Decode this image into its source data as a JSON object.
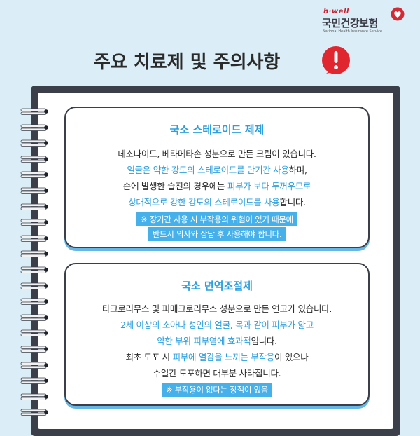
{
  "logo": {
    "brand": "h·well",
    "name": "국민건강보험",
    "subtitle": "National Health Insurance Service"
  },
  "title": "주요 치료제 및 주의사항",
  "cards": [
    {
      "title": "국소 스테로이드 제제",
      "lines": [
        [
          {
            "t": "데소나이드, 베타메타손 성분으로 만든 크림이 있습니다.",
            "h": false
          }
        ],
        [
          {
            "t": "얼굴은 약한 강도의 스테로이드를 단기간 사용",
            "h": true
          },
          {
            "t": "하며,",
            "h": false
          }
        ],
        [
          {
            "t": "손에 발생한 습진의 경우에는 ",
            "h": false
          },
          {
            "t": "피부가 보다 두꺼우므로",
            "h": true
          }
        ],
        [
          {
            "t": "상대적으로 강한 강도의 스테로이드를 사용",
            "h": true
          },
          {
            "t": "합니다.",
            "h": false
          }
        ]
      ],
      "notes": [
        "※ 장기간 사용 시 부작용의 위험이 있기 때문에",
        "반드시 의사와 상담 후 사용해야 합니다."
      ]
    },
    {
      "title": "국소 면역조절제",
      "lines": [
        [
          {
            "t": "타크로리무스 및 피메크로리무스 성분으로 만든 연고가 있습니다.",
            "h": false
          }
        ],
        [
          {
            "t": "2세 이상의 소아나 성인의 얼굴, 목과 같이 피부가 얇고",
            "h": true
          }
        ],
        [
          {
            "t": "약한 부위 피부염에 효과적",
            "h": true
          },
          {
            "t": "입니다.",
            "h": false
          }
        ],
        [
          {
            "t": "최초 도포 시 ",
            "h": false
          },
          {
            "t": "피부에 열감을 느끼는 부작용",
            "h": true
          },
          {
            "t": "이 있으나",
            "h": false
          }
        ],
        [
          {
            "t": "수일간 도포하면 대부분 사라집니다.",
            "h": false
          }
        ]
      ],
      "notes": [
        "※ 부작용이 없다는 장점이 있음"
      ]
    }
  ],
  "colors": {
    "background": "#dbeef8",
    "accent": "#2e9fde",
    "note_bg": "#45b0ea",
    "notebook": "#3a3f4a",
    "alert": "#e0262f"
  },
  "icons": [
    "heart-logo-icon",
    "exclamation-alert-icon",
    "spiral-ring-icon"
  ]
}
